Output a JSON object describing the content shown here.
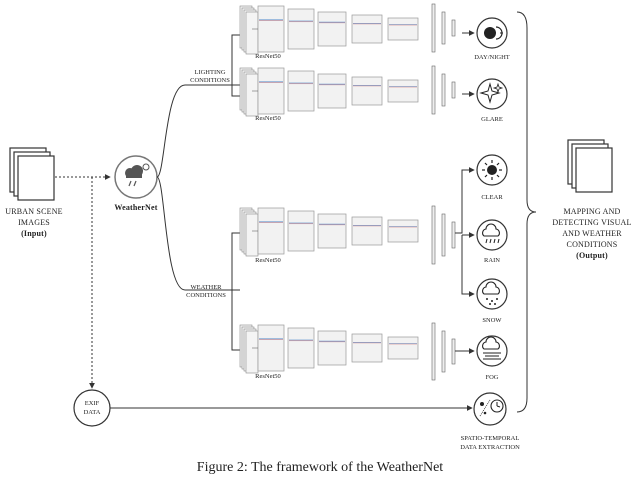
{
  "figure": {
    "caption": "Figure 2: The framework of the WeatherNet"
  },
  "input": {
    "line1": "URBAN SCENE",
    "line2": "IMAGES",
    "line3": "(Input)"
  },
  "weathernet": {
    "label": "WeatherNet"
  },
  "branches": {
    "lighting": {
      "line1": "LIGHTING",
      "line2": "CONDITIONS"
    },
    "weather": {
      "line1": "WEATHER",
      "line2": "CONDITIONS"
    }
  },
  "backbone_label": "ResNet50",
  "outputs": {
    "day_night": "DAY/NIGHT",
    "glare": "GLARE",
    "clear": "CLEAR",
    "rain": "RAIN",
    "snow": "SNOW",
    "fog": "FOG",
    "spatio_line1": "SPATIO-TEMPORAL",
    "spatio_line2": "DATA EXTRACTION"
  },
  "exif": {
    "line1": "EXIF",
    "line2": "DATA"
  },
  "mapping": {
    "line1": "MAPPING AND",
    "line2": "DETECTING VISUAL",
    "line3": "AND WEATHER",
    "line4": "CONDITIONS",
    "line5": "(Output)"
  },
  "icons": [
    "weather-cloud-icon",
    "day-night-icon",
    "glare-icon",
    "sun-icon",
    "rain-cloud-icon",
    "snow-cloud-icon",
    "fog-icon",
    "clock-map-icon",
    "image-stack-icon"
  ]
}
